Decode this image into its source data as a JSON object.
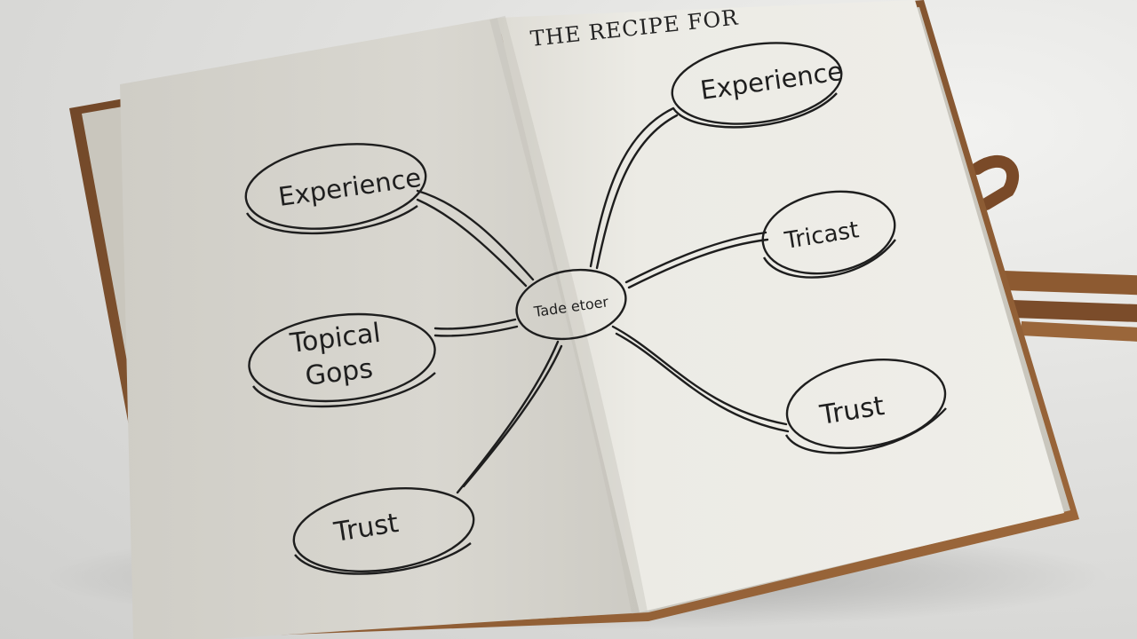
{
  "page": {
    "title_fragment": "THE RECIPE FOR",
    "left_page": {
      "nodes": [
        {
          "id": "experience",
          "label": "Experience"
        },
        {
          "id": "topical-gaps",
          "label_line1": "Topical",
          "label_line2": "Gops"
        },
        {
          "id": "trust",
          "label": "Trust"
        }
      ]
    },
    "center_node": {
      "label": "Tade etoer"
    },
    "right_page": {
      "nodes": [
        {
          "id": "experience",
          "label": "Experience"
        },
        {
          "id": "trust-1",
          "label": "Tricast"
        },
        {
          "id": "trust-2",
          "label": "Trust"
        }
      ]
    }
  },
  "colors": {
    "paper_left": "#d8d6cf",
    "paper_right": "#ecebe5",
    "leather": "#8a5a34",
    "ink": "#1e1e1e",
    "background": "#dcdcda"
  }
}
